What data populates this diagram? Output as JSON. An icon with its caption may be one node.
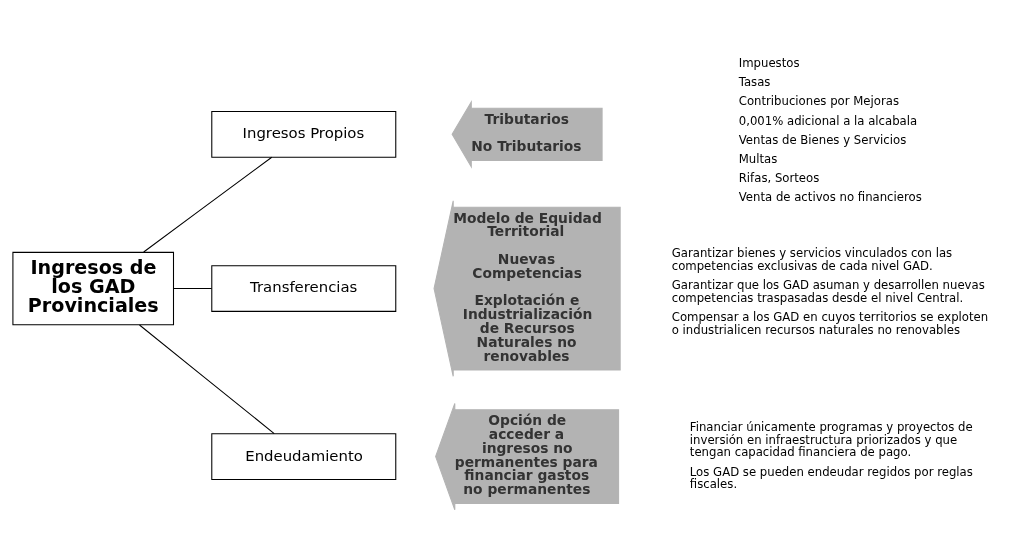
{
  "diagram": {
    "nodes": [
      {
        "text": [
          "Ingresos de los GAD Provinciales"
        ]
      },
      {
        "text": [
          "Ingresos Propios"
        ]
      },
      {
        "text": [
          "Tributarios",
          "No Tributarios"
        ],
        "beside": [
          "Impuestos",
          "Tasas",
          "Contribuciones por Mejoras",
          "0,001% adicional a la alcabala",
          "Ventas de Bienes y Servicios",
          "Multas",
          "Rifas, Sorteos",
          "Venta de activos no financieros"
        ]
      },
      {
        "text": [
          "Transferencias"
        ]
      },
      {
        "text": [
          "Modelo de Equidad Territorial",
          "Nuevas Competencias",
          "Explotación e Industrialización de Recursos Naturales no renovables"
        ],
        "beside": [
          "Garantizar bienes y servicios vinculados con las competencias exclusivas de cada nivel GAD.",
          "Garantizar que los GAD asuman y desarrollen nuevas competencias traspasadas desde el nivel Central.",
          "Compensar a los GAD en cuyos territorios se exploten o industrialicen recursos naturales no renovables"
        ]
      },
      {
        "text": [
          "Endeudamiento"
        ]
      },
      {
        "text": [
          "Opción de acceder a ingresos no permanentes para financiar gastos no permanentes"
        ],
        "beside": [
          "Financiar únicamente programas y proyectos de inversión en infraestructura priorizados y que tengan capacidad financiera de pago.",
          "Los GAD se pueden endeudar regidos por reglas fiscales."
        ]
      }
    ],
    "edges": [
      {
        "from": 0,
        "to": 1,
        "arrow": "none"
      },
      {
        "from": 0,
        "to": 3,
        "arrow": "none"
      },
      {
        "from": 0,
        "to": 5,
        "arrow": "none"
      }
    ]
  }
}
